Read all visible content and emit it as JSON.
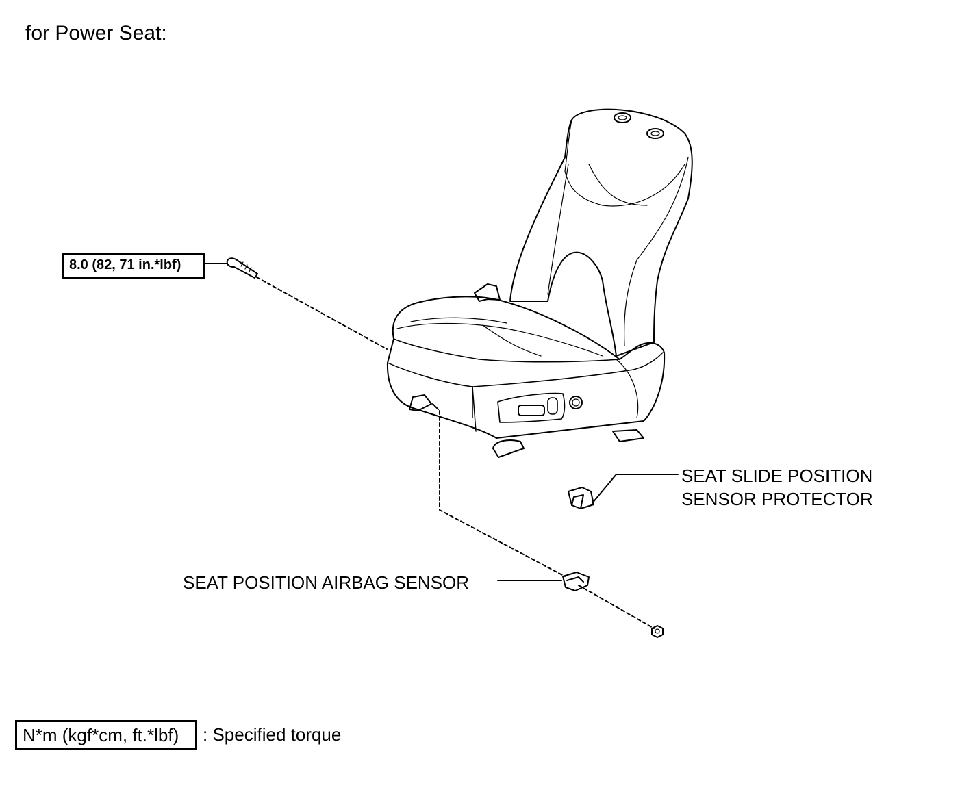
{
  "title": "for Power Seat:",
  "torque_callout": "8.0 (82, 71 in.*lbf)",
  "labels": {
    "seat_slide_line1": "SEAT SLIDE POSITION",
    "seat_slide_line2": "SENSOR PROTECTOR",
    "airbag_sensor": "SEAT POSITION AIRBAG SENSOR"
  },
  "legend": {
    "unit_box": "N*m (kgf*cm, ft.*lbf)",
    "description": ": Specified torque"
  }
}
